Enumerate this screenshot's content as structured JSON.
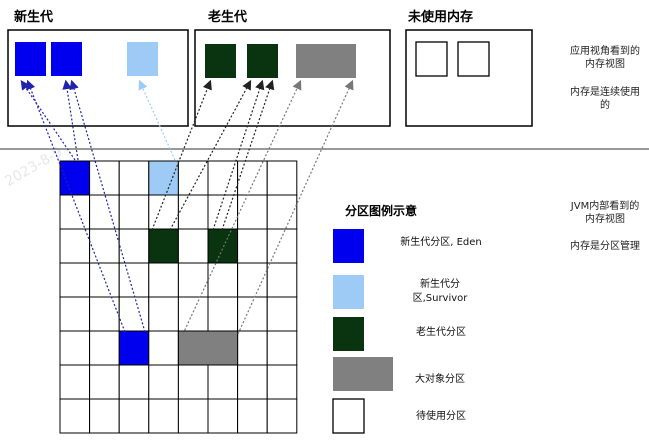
{
  "sections": {
    "young": "新生代",
    "old": "老生代",
    "unused": "未使用内存"
  },
  "notes": {
    "app_view_title": "应用视角看到的内存视图",
    "app_view_desc": "内存是连续使用的",
    "jvm_view_title": "JVM内部看到的内存视图",
    "jvm_view_desc": "内存是分区管理"
  },
  "legend": {
    "title": "分区图例示意",
    "items": [
      {
        "label": "新生代分区, Eden",
        "color": "#0000ee"
      },
      {
        "label": "新生代分区,Survivor",
        "color": "#9ecbf5"
      },
      {
        "label": "老生代分区",
        "color": "#0a3310"
      },
      {
        "label": "大对象分区",
        "color": "#808080"
      },
      {
        "label": "待使用分区",
        "color": "#ffffff"
      }
    ]
  },
  "colors": {
    "eden": "#0000ee",
    "survivor": "#9ecbf5",
    "old": "#0a3310",
    "humongous": "#808080",
    "free": "#ffffff"
  },
  "watermark": "2023-8-9"
}
